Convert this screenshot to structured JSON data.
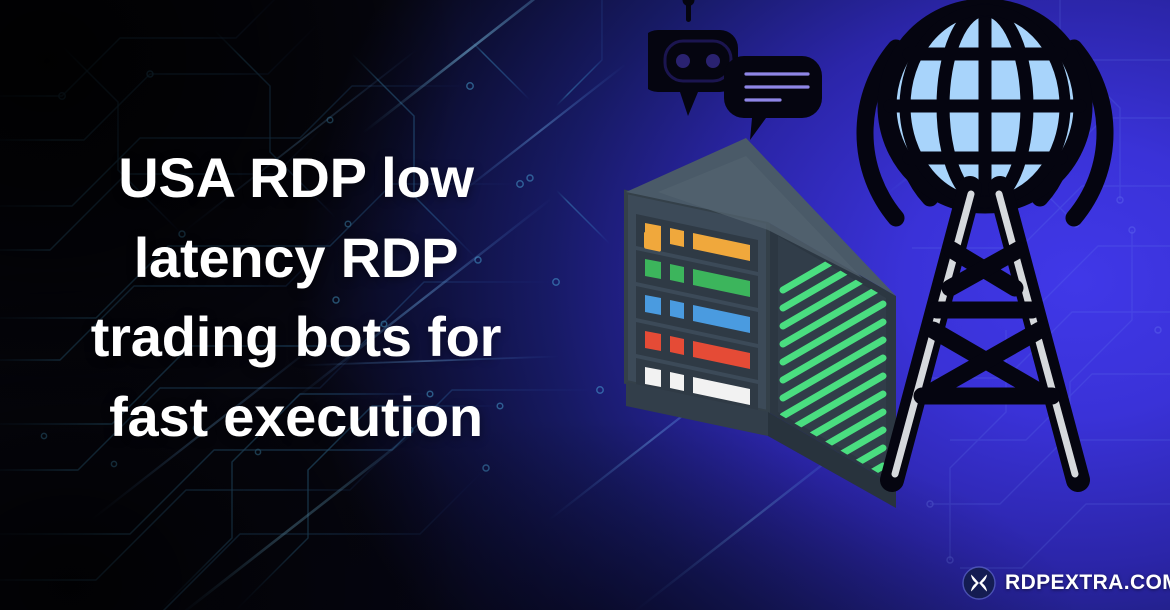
{
  "banner": {
    "headline": "USA RDP low\nlatency RDP\ntrading bots for\nfast execution",
    "headline_lines": [
      "USA RDP low",
      "latency RDP",
      "trading bots for",
      "fast execution"
    ],
    "background": {
      "dark_navy": "#06060f",
      "mid_blue": "#1a1d72",
      "accent_blue": "#3a32d8",
      "circuit_trace": "#4aa8d8"
    }
  },
  "logo": {
    "wordmark": "RDPEXTRA.COM",
    "mark_icon": "x-circle-icon",
    "mark_color": "#121a4a",
    "text_color": "#ffffff"
  },
  "artwork": {
    "server": {
      "name": "server-rack-illustration",
      "body_color": "#3c4a58",
      "top_color": "#4c5c6c",
      "side_color": "#2e3a46",
      "vent_color": "#4ade80",
      "led_rows": [
        {
          "label": "row-1",
          "color": "#f0a83c"
        },
        {
          "label": "row-2",
          "color": "#3cb55c"
        },
        {
          "label": "row-3",
          "color": "#4a9be0"
        },
        {
          "label": "row-4",
          "color": "#e54b36"
        },
        {
          "label": "row-5",
          "color": "#f2f2f2"
        }
      ],
      "vent_slat_count": 16
    },
    "chatbot": {
      "name": "chatbot-icon",
      "color": "#050510",
      "message_line_count": 3
    },
    "tower": {
      "name": "network-tower-icon",
      "color": "#050510",
      "globe_fill": "#a8d4fb",
      "leg_highlight": "#d6d9dd",
      "signal_wave_count": 4
    }
  }
}
